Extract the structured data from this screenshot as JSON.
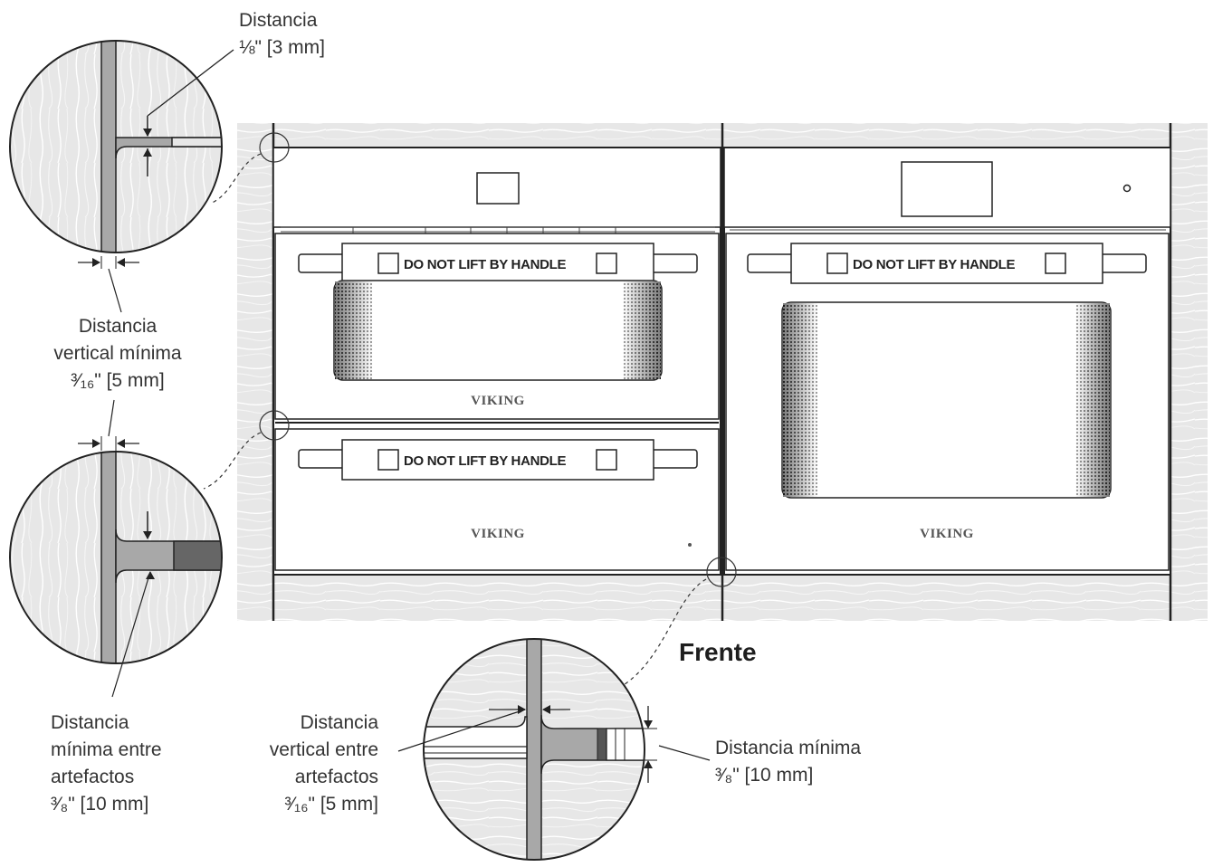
{
  "colors": {
    "wood": "#e6e6e6",
    "grain": "#ffffff",
    "gap": "#a9a9a9",
    "line": "#222222",
    "dark_fill": "#555555"
  },
  "handle_label": "DO NOT LIFT BY HANDLE",
  "brand": "VIKING",
  "front_label": "Frente",
  "callouts": {
    "top_gap": {
      "line1": "Distancia",
      "line2": "⅛\" [3 mm]"
    },
    "vertical_min": {
      "line1": "Distancia",
      "line2": "vertical mínima",
      "line3": "³⁄₁₆\" [5 mm]"
    },
    "between_min": {
      "line1": "Distancia",
      "line2": "mínima entre",
      "line3": "artefactos",
      "line4": "³⁄₈\" [10 mm]"
    },
    "vertical_between": {
      "line1": "Distancia",
      "line2": "vertical entre",
      "line3": "artefactos",
      "line4": "³⁄₁₆\" [5 mm]"
    },
    "min_bottom": {
      "line1": "Distancia mínima",
      "line2": "³⁄₈\" [10 mm]"
    }
  }
}
